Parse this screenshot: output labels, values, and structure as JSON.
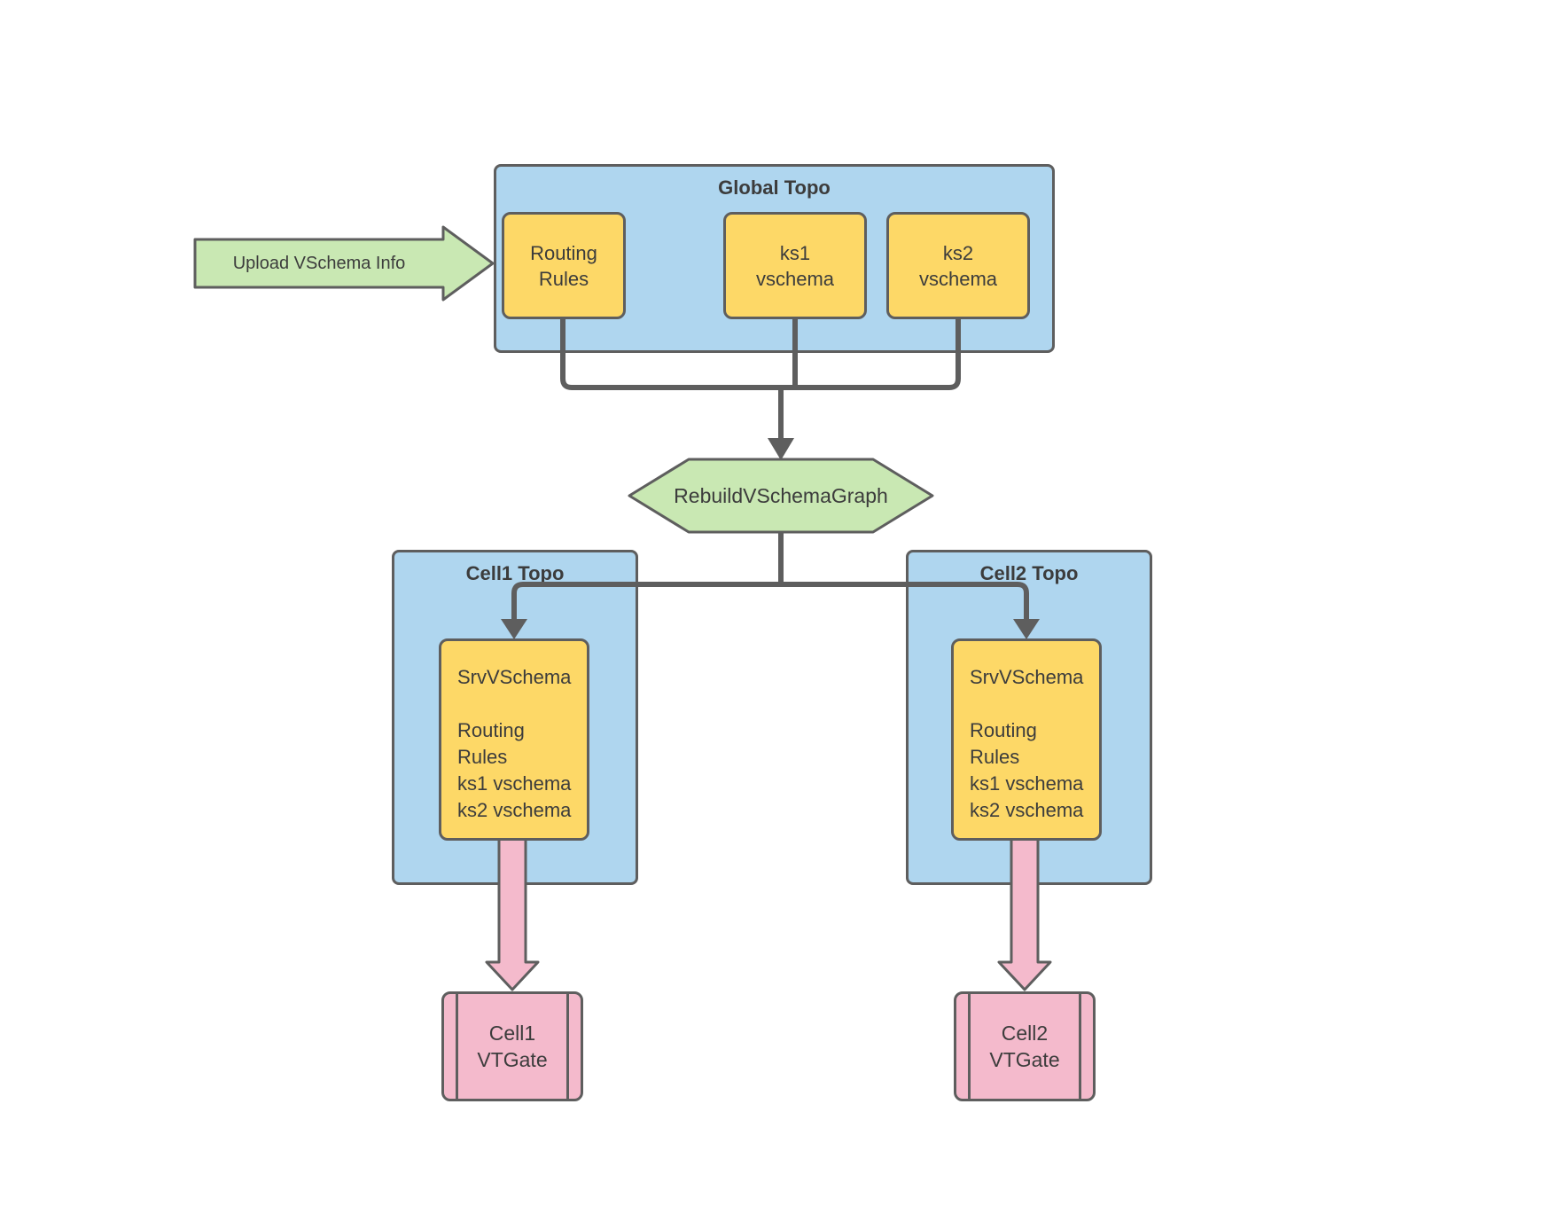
{
  "upload_arrow": {
    "label": "Upload VSchema Info"
  },
  "global_topo": {
    "title": "Global Topo",
    "boxes": [
      {
        "lines": [
          "Routing",
          "Rules"
        ]
      },
      {
        "lines": [
          "ks1",
          "vschema"
        ]
      },
      {
        "lines": [
          "ks2",
          "vschema"
        ]
      }
    ]
  },
  "rebuild_step": {
    "label": "RebuildVSchemaGraph"
  },
  "cells": [
    {
      "title": "Cell1 Topo",
      "srv_vschema_box": {
        "lines": [
          "SrvVSchema",
          "",
          "Routing Rules",
          "ks1 vschema",
          "ks2 vschema"
        ]
      },
      "vtgate": {
        "lines": [
          "Cell1",
          "VTGate"
        ]
      }
    },
    {
      "title": "Cell2 Topo",
      "srv_vschema_box": {
        "lines": [
          "SrvVSchema",
          "",
          "Routing Rules",
          "ks1 vschema",
          "ks2 vschema"
        ]
      },
      "vtgate": {
        "lines": [
          "Cell2",
          "VTGate"
        ]
      }
    }
  ],
  "colors": {
    "container_fill": "#AFD6EF",
    "box_fill": "#FDD867",
    "green_fill": "#C9E8B3",
    "pink_fill": "#F4BACC",
    "stroke": "#5E5E5E",
    "text": "#3C3C3C"
  }
}
